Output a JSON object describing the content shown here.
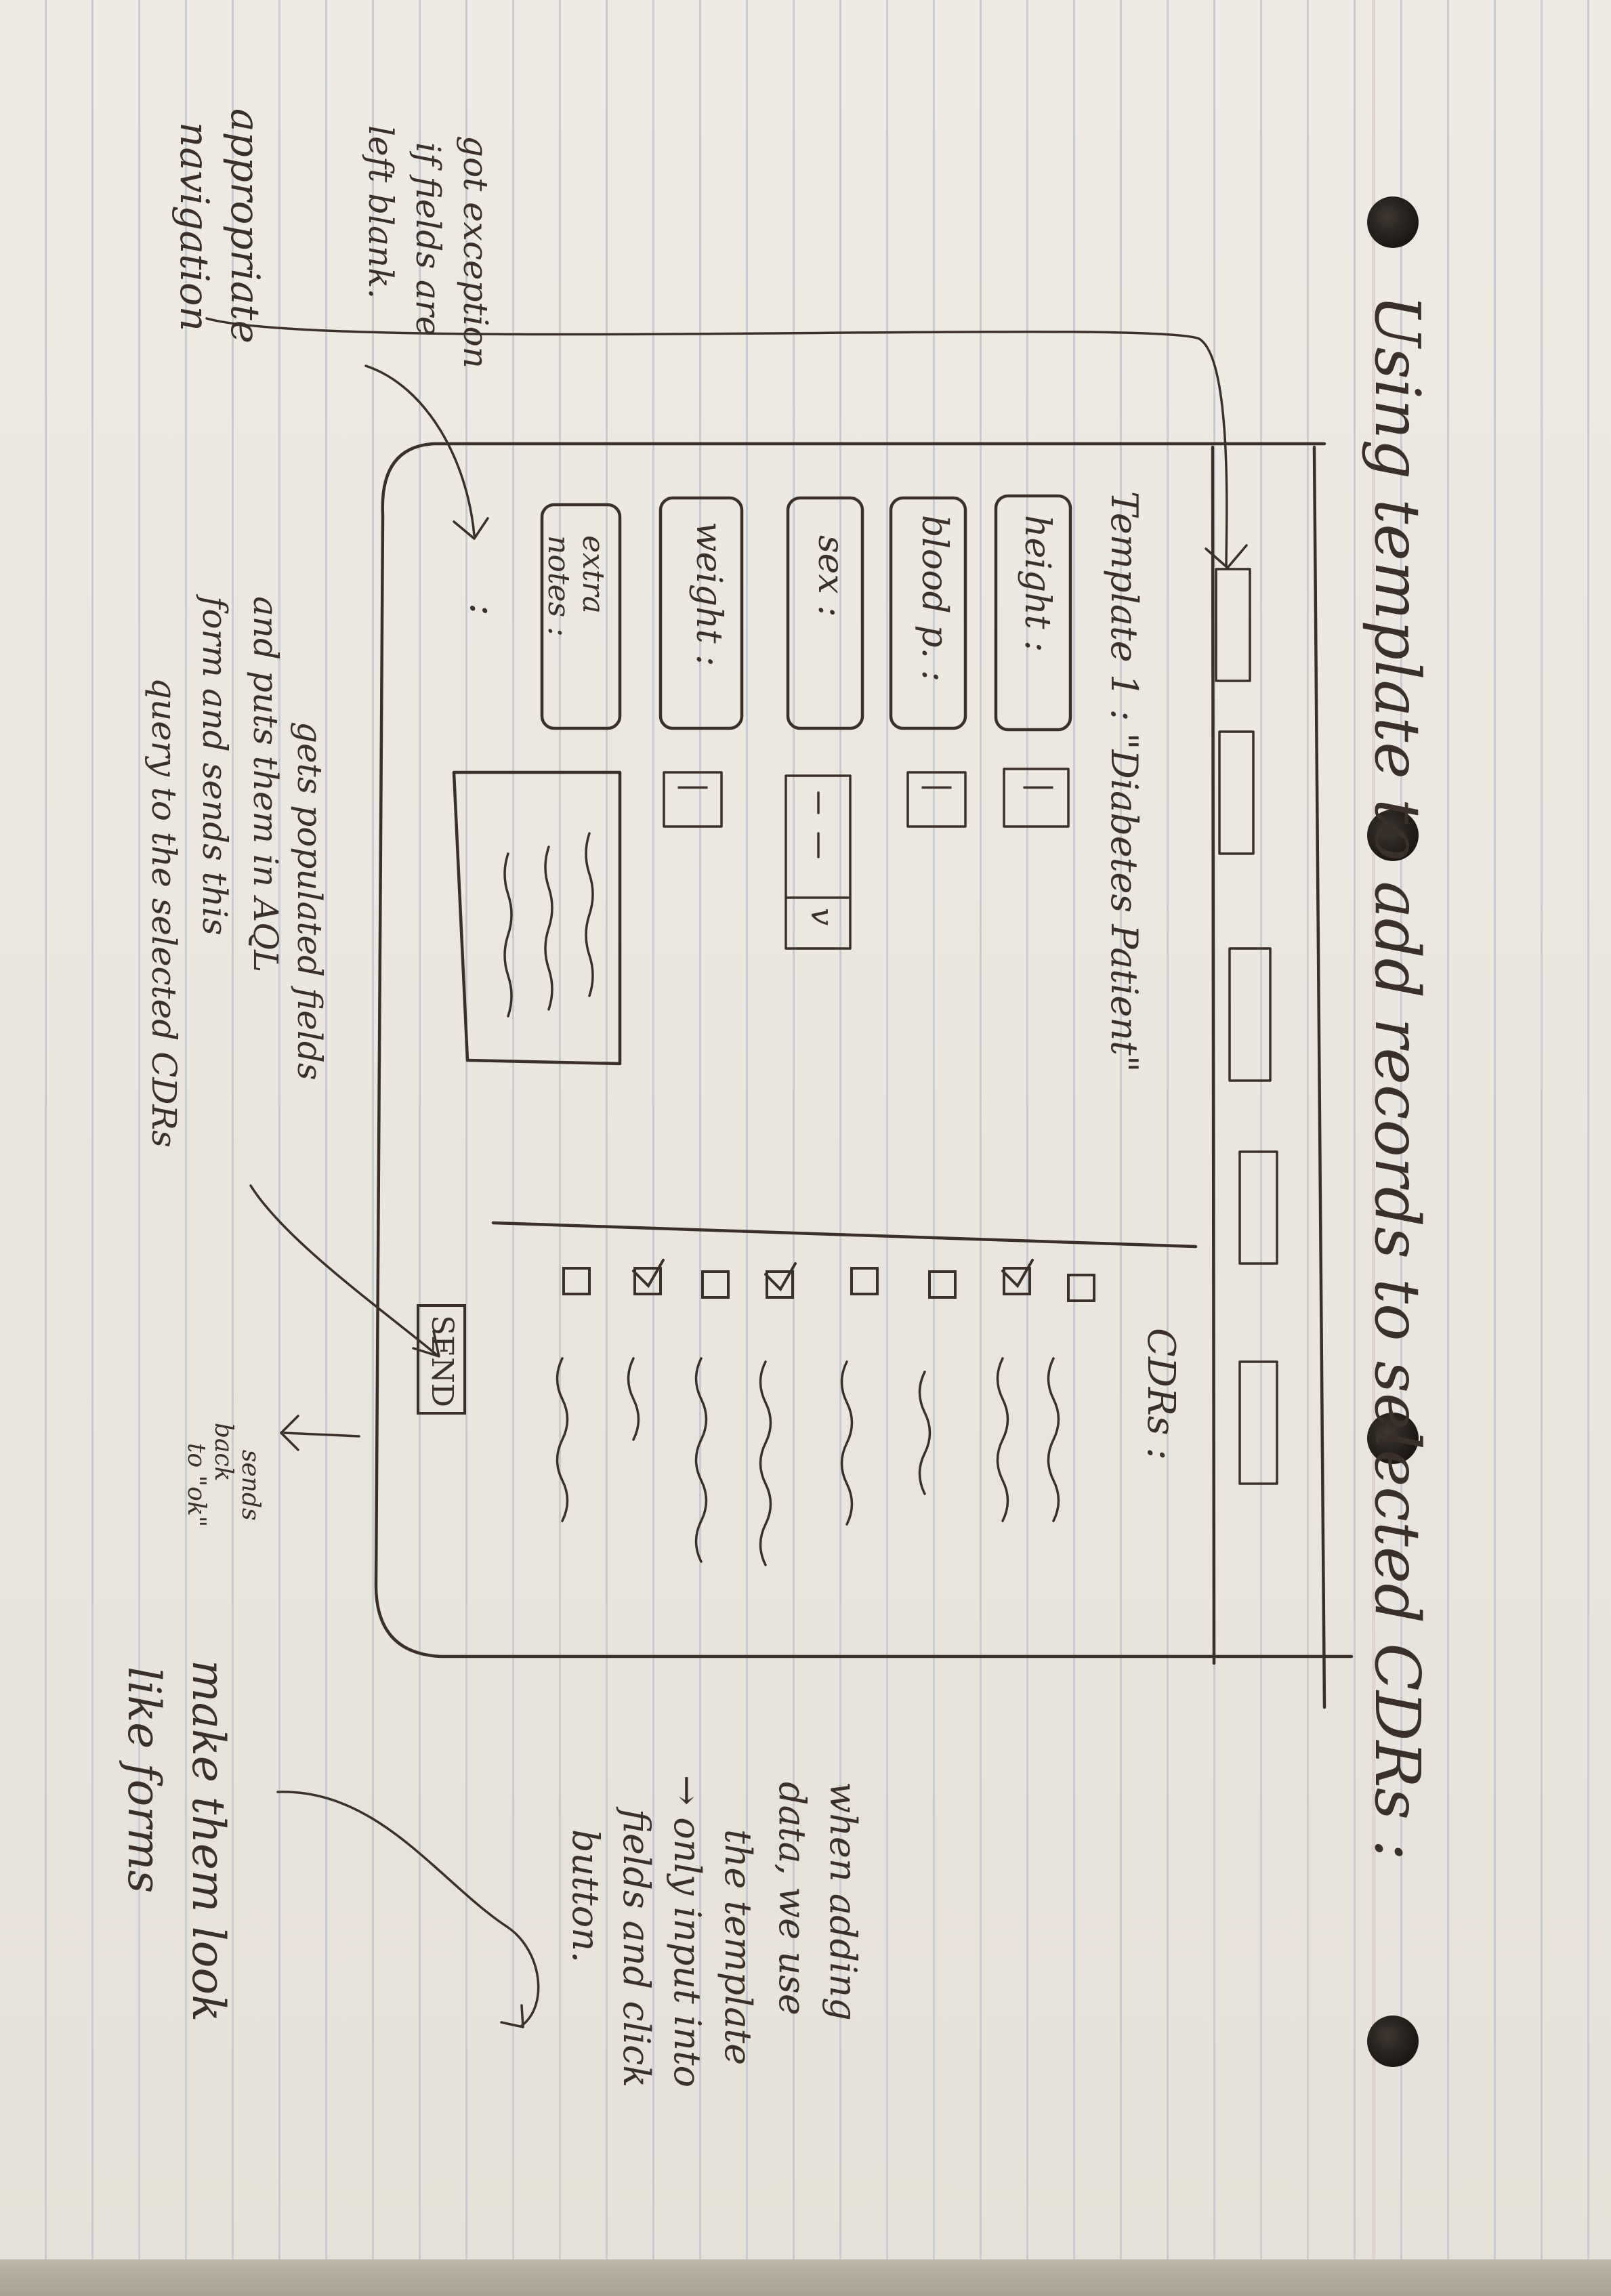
{
  "title": "Using template to add records to selected CDRs :",
  "annotations": {
    "navigation_line1": "appropriate",
    "navigation_line2": "navigation",
    "exception_line1": "got exception",
    "exception_line2": "if fields are",
    "exception_line3": "left blank.",
    "populated_line1": "gets populated fields",
    "populated_line2": "and puts them in AQL",
    "populated_line3": "form and sends this",
    "populated_line4": "query to the selected CDRs",
    "sends_line1": "sends",
    "sends_line2": "back",
    "sends_line3": "to \"ok\"",
    "adding_line1": "when adding",
    "adding_line2": "data, we use",
    "adding_line3": "the template",
    "adding_line4": "→ only input into",
    "adding_line5": "fields and click",
    "adding_line6": "button.",
    "look_line1": "make them look",
    "look_line2": "like forms"
  },
  "mockup": {
    "template_title": "Template 1 : \"Diabetes Patient\"",
    "fields": [
      {
        "label": "height :"
      },
      {
        "label": "blood p. :"
      },
      {
        "label": "sex :"
      },
      {
        "label": "weight :"
      },
      {
        "label": "extra notes :"
      }
    ],
    "field_values": [
      "|",
      "|",
      "|"
    ],
    "sex_dropdown": "v",
    "ellipsis": ":",
    "cdrs_label": "CDRs :",
    "cdr_checks": [
      false,
      true,
      false,
      false,
      true,
      false,
      true,
      false
    ],
    "send_button": "SEND"
  }
}
